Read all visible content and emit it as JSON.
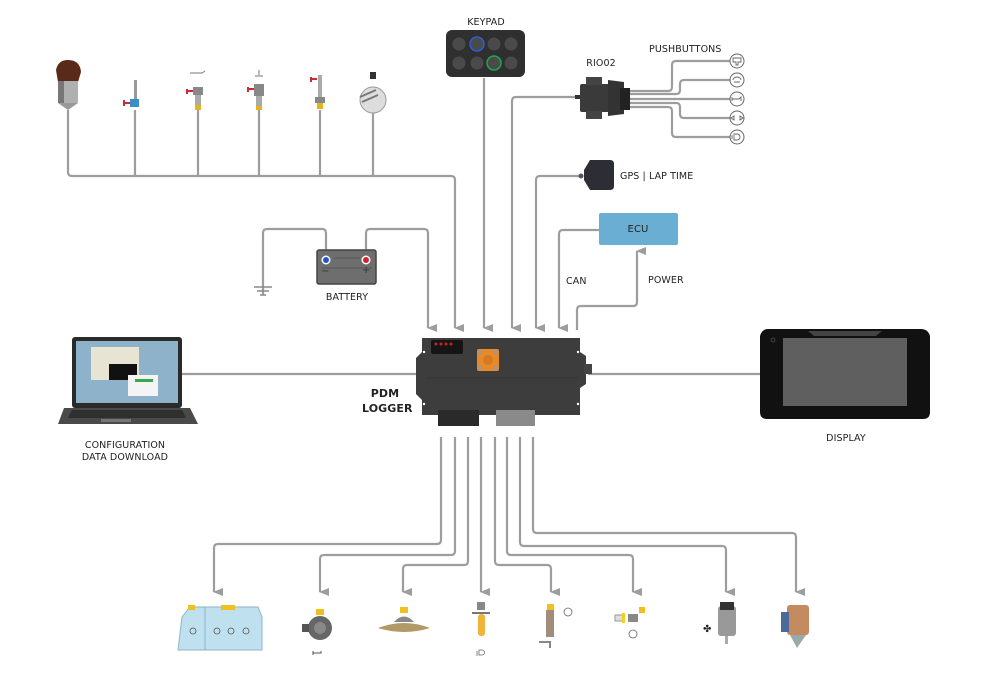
{
  "diagram": {
    "title": "PDM LOGGER system wiring overview",
    "center": {
      "label_line1": "PDM",
      "label_line2": "LOGGER"
    },
    "keypad": {
      "label": "KEYPAD"
    },
    "rio": {
      "label": "RIO02"
    },
    "pushbuttons": {
      "label": "PUSHBUTTONS",
      "items": [
        "wiper-icon",
        "washer-icon",
        "horn-icon",
        "indicators-icon",
        "headlight-icon"
      ]
    },
    "gps": {
      "label": "GPS | LAP TIME"
    },
    "ecu": {
      "label": "ECU",
      "color": "#6aaed3"
    },
    "can": {
      "label": "CAN"
    },
    "power": {
      "label": "POWER"
    },
    "battery": {
      "label": "BATTERY",
      "minus": "−",
      "plus": "+"
    },
    "laptop": {
      "label_line1": "CONFIGURATION",
      "label_line2": "DATA DOWNLOAD"
    },
    "display": {
      "label": "DISPLAY"
    },
    "top_sensors": [
      "pressure-sensor",
      "temperature-probe",
      "oil-pressure-sensor",
      "water-temperature-sensor",
      "temperature-sensor",
      "fuel-level-sensor"
    ],
    "outputs": [
      "lights",
      "horn",
      "cooling-fan-motor",
      "headlight-bulb",
      "washer-pump",
      "washer-valve",
      "fan-motor",
      "starter-motor"
    ],
    "wire_color": "#9d9d9d"
  }
}
